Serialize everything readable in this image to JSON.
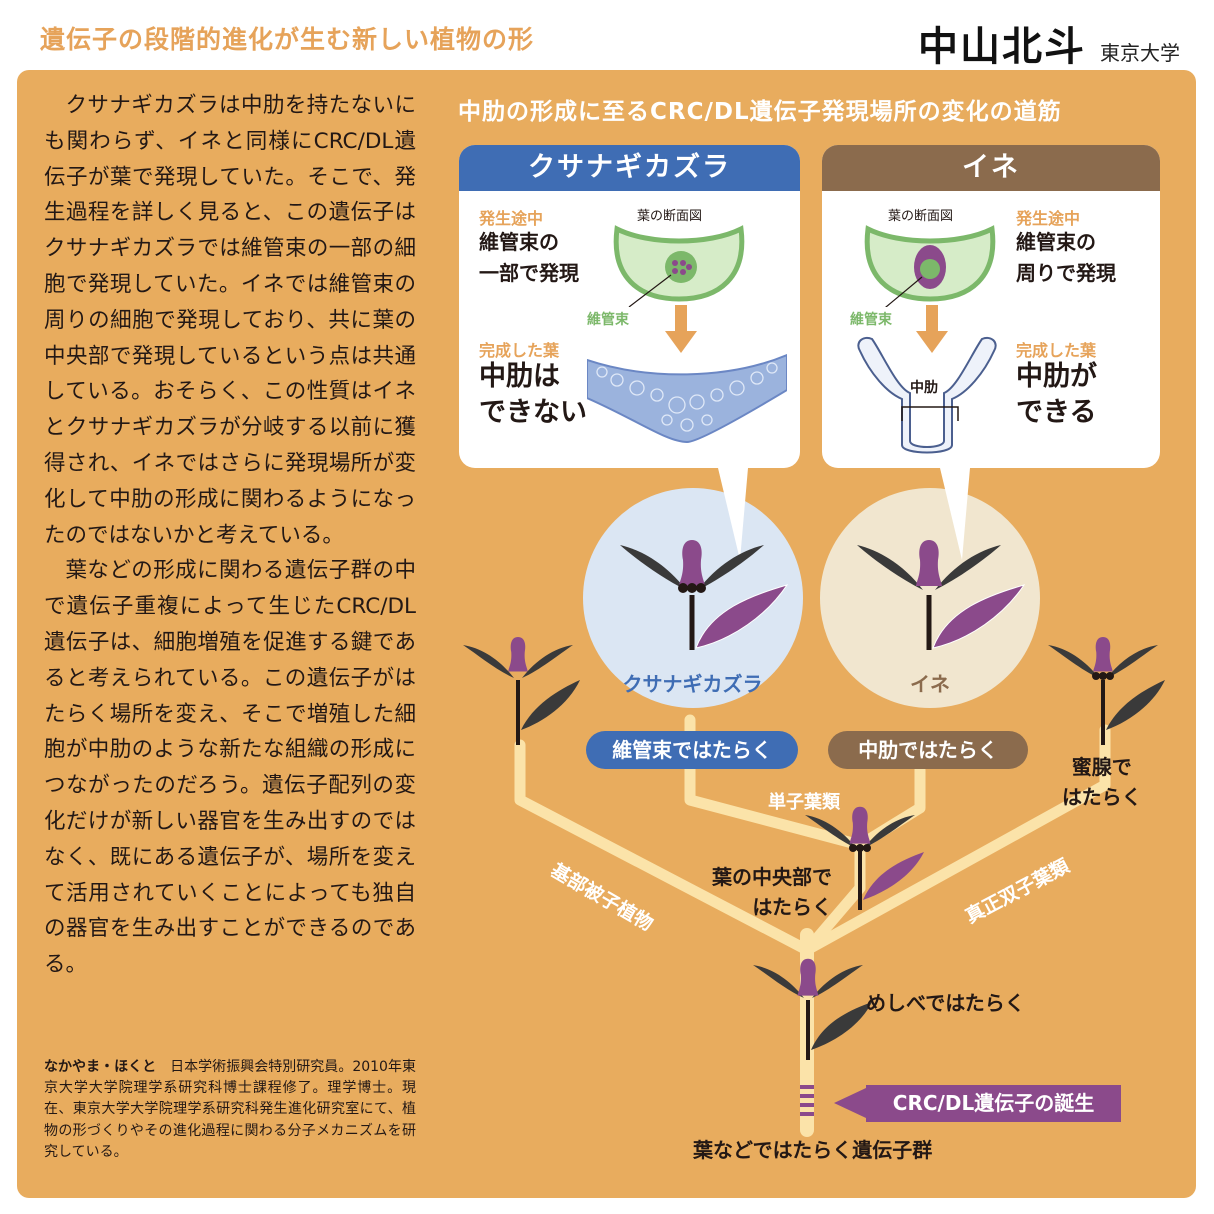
{
  "header": {
    "title": "遺伝子の段階的進化が生む新しい植物の形",
    "author_name": "中山北斗",
    "author_affiliation": "東京大学"
  },
  "body": {
    "paragraph1": "クサナギカズラは中肋を持たないにも関わらず、イネと同様にCRC/DL遺伝子が葉で発現していた。そこで、発生過程を詳しく見ると、この遺伝子はクサナギカズラでは維管束の一部の細胞で発現していた。イネでは維管束の周りの細胞で発現しており、共に葉の中央部で発現しているという点は共通している。おそらく、この性質はイネとクサナギカズラが分岐する以前に獲得され、イネではさらに発現場所が変化して中肋の形成に関わるようになったのではないかと考えている。",
    "paragraph2": "葉などの形成に関わる遺伝子群の中で遺伝子重複によって生じたCRC/DL遺伝子は、細胞増殖を促進する鍵であると考えられている。この遺伝子がはたらく場所を変え、そこで増殖した細胞が中肋のような新たな組織の形成につながったのだろう。遺伝子配列の変化だけが新しい器官を生み出すのではなく、既にある遺伝子が、場所を変えて活用されていくことによっても独自の器官を生み出すことができるのである。"
  },
  "bio": {
    "name": "なかやま・ほくと",
    "text": "日本学術振興会特別研究員。2010年東京大学大学院理学系研究科博士課程修了。理学博士。現在、東京大学大学院理学系研究科発生進化研究室にて、植物の形づくりやその進化過程に関わる分子メカニズムを研究している。"
  },
  "figure": {
    "title": "中肋の形成に至るCRC/DL遺伝子発現場所の変化の道筋",
    "left_card": {
      "header": "クサナギカズラ",
      "stage_label": "発生途中",
      "stage_desc_1": "維管束の",
      "stage_desc_2": "一部で発現",
      "section_label": "葉の断面図",
      "vascular_label": "維管束",
      "final_label": "完成した葉",
      "final_desc_1": "中肋は",
      "final_desc_2": "できない"
    },
    "right_card": {
      "header": "イネ",
      "stage_label": "発生途中",
      "stage_desc_1": "維管束の",
      "stage_desc_2": "周りで発現",
      "section_label": "葉の断面図",
      "vascular_label": "維管束",
      "midrib_label": "中肋",
      "final_label": "完成した葉",
      "final_desc_1": "中肋が",
      "final_desc_2": "できる"
    },
    "circle_left_label": "クサナギカズラ",
    "circle_right_label": "イネ",
    "pill_left": "維管束ではたらく",
    "pill_right": "中肋ではたらく",
    "monocots": "単子葉類",
    "basal": "基部被子植物",
    "eudicots": "真正双子葉類",
    "nectary_1": "蜜腺で",
    "nectary_2": "はたらく",
    "center_1": "葉の中央部で",
    "center_2": "はたらく",
    "pistil": "めしべではたらく",
    "crc_birth": "CRC/DL遺伝子の誕生",
    "gene_group": "葉などではたらく遺伝子群",
    "colors": {
      "background": "#e8ac5e",
      "branch": "#fbe3a9",
      "kusanagi_blue": "#3f6db4",
      "ine_brown": "#8b6b4d",
      "purple": "#8b4a8b",
      "leaf_dark": "#3a3a3a"
    }
  }
}
